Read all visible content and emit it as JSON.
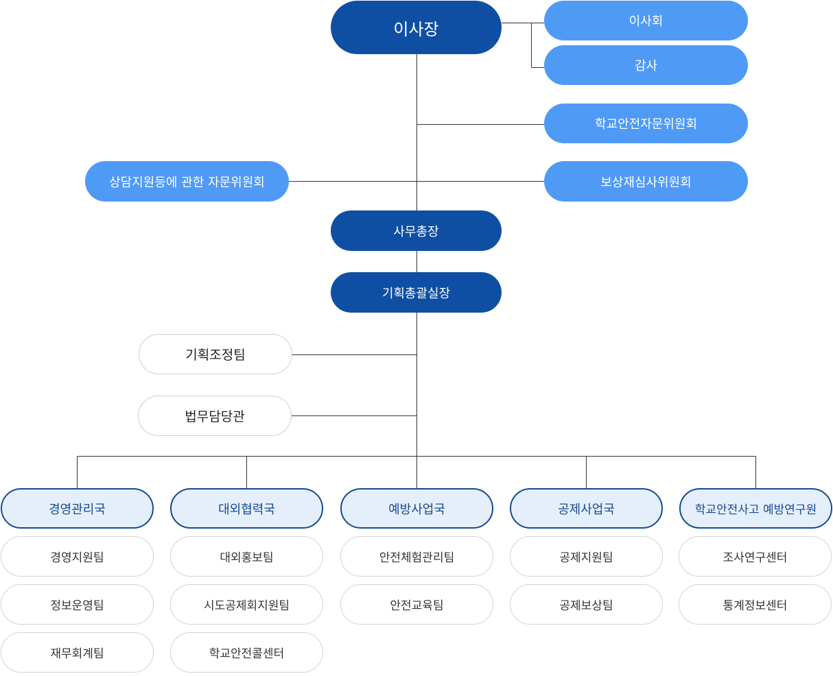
{
  "chairman": "이사장",
  "board": "이사회",
  "auditor": "감사",
  "school_safety_committee": "학교안전자문위원회",
  "counseling_committee": "상담지원등에 관한 자문위원회",
  "compensation_committee": "보상재심사위원회",
  "secretary_general": "사무총장",
  "planning_director": "기획총괄실장",
  "planning_team": "기획조정팀",
  "legal_officer": "법무담당관",
  "departments": [
    {
      "name": "경영관리국",
      "teams": [
        "경영지원팀",
        "정보운영팀",
        "재무회계팀"
      ]
    },
    {
      "name": "대외협력국",
      "teams": [
        "대외홍보팀",
        "시도공제회지원팀",
        "학교안전콜센터"
      ]
    },
    {
      "name": "예방사업국",
      "teams": [
        "안전체험관리팀",
        "안전교육팀"
      ]
    },
    {
      "name": "공제사업국",
      "teams": [
        "공제지원팀",
        "공제보상팀"
      ]
    },
    {
      "name": "학교안전사고 예방연구원",
      "teams": [
        "조사연구센터",
        "통계정보센터"
      ]
    }
  ],
  "colors": {
    "dark_node": "#0f4fa3",
    "light_node": "#4f9af5",
    "dept_fill": "#e5effc",
    "dept_border": "#174a8f",
    "line": "#333333"
  }
}
